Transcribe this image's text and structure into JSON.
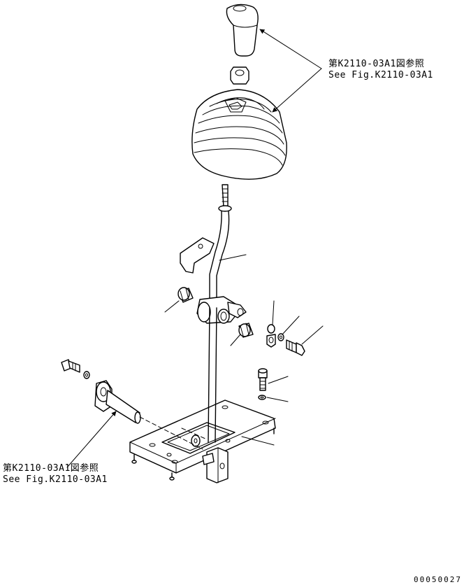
{
  "callouts": {
    "top": {
      "line1": "第K2110-03A1図参照",
      "line2": "See Fig.K2110-03A1"
    },
    "left": {
      "line1": "第K2110-03A1図参照",
      "line2": "See Fig.K2110-03A1"
    }
  },
  "drawing_code": "00050027"
}
